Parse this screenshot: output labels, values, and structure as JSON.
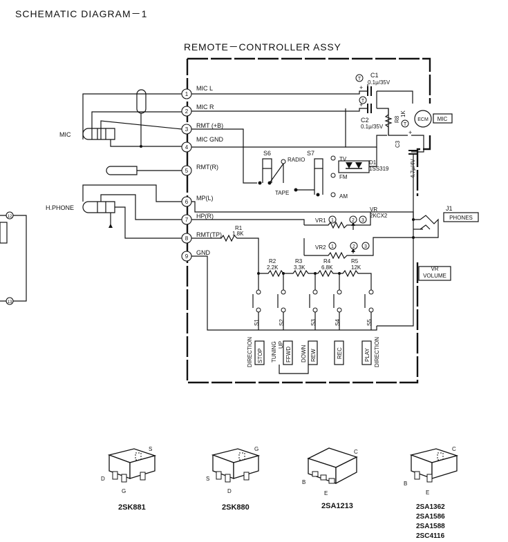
{
  "header": {
    "title": "SCHEMATIC DIAGRAM－1"
  },
  "assembly": {
    "title": "REMOTE－CONTROLLER ASSY"
  },
  "connectors": {
    "mic": "MIC",
    "hphone": "H.PHONE"
  },
  "pins": [
    {
      "num": "1",
      "label": "MIC  L"
    },
    {
      "num": "2",
      "label": "MIC  R"
    },
    {
      "num": "3",
      "label": "RMT (+B)"
    },
    {
      "num": "4",
      "label": "MIC GND"
    },
    {
      "num": "5",
      "label": "RMT(R)"
    },
    {
      "num": "6",
      "label": "MP(L)"
    },
    {
      "num": "7",
      "label": "HP(R)"
    },
    {
      "num": "8",
      "label": "RMT(TP)"
    },
    {
      "num": "9",
      "label": "GND"
    }
  ],
  "capacitors": {
    "c1": {
      "ref": "C1",
      "value": "0.1μ/35V"
    },
    "c2": {
      "ref": "C2",
      "value": "0.1μ/35V"
    },
    "c3": {
      "ref": "C3",
      "value": "4.7μ/4V"
    }
  },
  "test_marker": "T",
  "r8": {
    "ref": "R8",
    "value": "1K"
  },
  "ecm": {
    "label": "ECM",
    "box": "MIC"
  },
  "switches": {
    "s6": "S6",
    "s7": "S7",
    "radio": "RADIO",
    "tape": "TAPE",
    "tv": "TV",
    "fm": "FM",
    "am": "AM"
  },
  "diode": {
    "ref": "D1",
    "part": "1SS319"
  },
  "vr": {
    "ref": "VR",
    "value": "2KCX2",
    "vr1": "VR1",
    "vr2": "VR2",
    "lug1": "1",
    "lug2": "2",
    "lug3": "3",
    "func_line1": "VR",
    "func_line2": "VOLUME"
  },
  "jack": {
    "ref": "J1",
    "label": "PHONES"
  },
  "resistors": [
    {
      "ref": "R1",
      "value": "1.8K"
    },
    {
      "ref": "R2",
      "value": "2.2K"
    },
    {
      "ref": "R3",
      "value": "3.3K"
    },
    {
      "ref": "R4",
      "value": "6.8K"
    },
    {
      "ref": "R5",
      "value": "12K"
    }
  ],
  "keys": [
    "S1",
    "S2",
    "S3",
    "S4",
    "S5"
  ],
  "key_labels": {
    "direction": "DIRECTION",
    "stop": "STOP",
    "tuning": "TUNING",
    "up": "UP",
    "ffwd": "FFWD",
    "down": "DOWN",
    "rew": "REW",
    "rec": "REC",
    "play": "PLAY",
    "direction2": "DIRECTION"
  },
  "left_nodes": {
    "n12": "12",
    "n13": "13"
  },
  "packages": [
    {
      "name": "2SK881",
      "pins": [
        "D",
        "G",
        "S"
      ]
    },
    {
      "name": "2SK880",
      "pins": [
        "S",
        "D",
        "G"
      ]
    },
    {
      "name": "2SA1213",
      "pins": [
        "B",
        "E",
        "C"
      ]
    },
    {
      "names": [
        "2SA1362",
        "2SA1586",
        "2SA1588",
        "2SC4116"
      ],
      "pins": [
        "B",
        "E",
        "C"
      ]
    }
  ]
}
